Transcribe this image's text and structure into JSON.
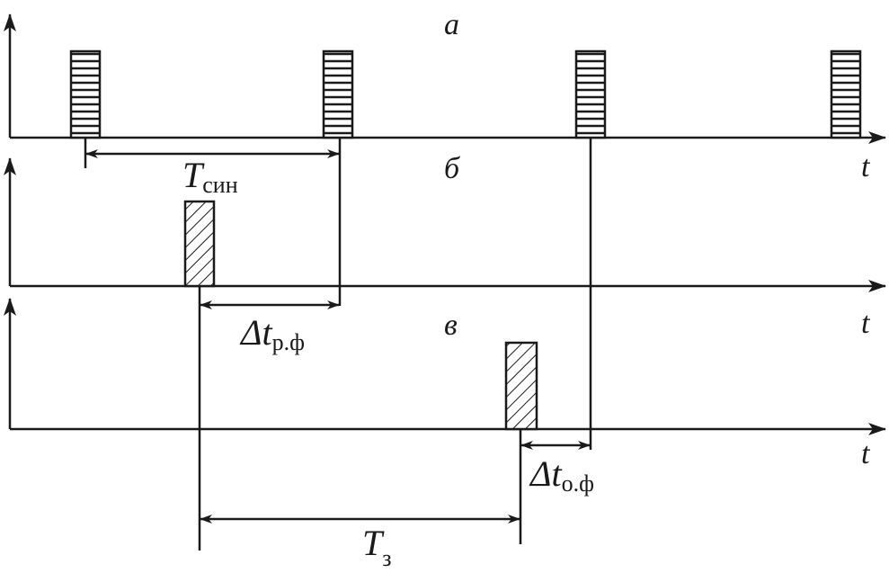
{
  "panels": [
    {
      "label": "а",
      "axis_label": "t",
      "pulse_type": "horizontal-lines",
      "pulses": 4
    },
    {
      "label": "б",
      "axis_label": "t",
      "pulse_type": "diagonal-hatch",
      "pulses": 1
    },
    {
      "label": "в",
      "axis_label": "t",
      "pulse_type": "diagonal-hatch",
      "pulses": 1
    }
  ],
  "intervals": {
    "t_sync": {
      "main": "T",
      "sub": "син"
    },
    "dt_rf": {
      "main": "Δt",
      "sub": "р.ф"
    },
    "dt_of": {
      "main": "Δt",
      "sub": "о.ф"
    },
    "t_z": {
      "main": "T",
      "sub": "з"
    }
  },
  "colors": {
    "ink": "#1a1a1a",
    "background": "#ffffff"
  }
}
